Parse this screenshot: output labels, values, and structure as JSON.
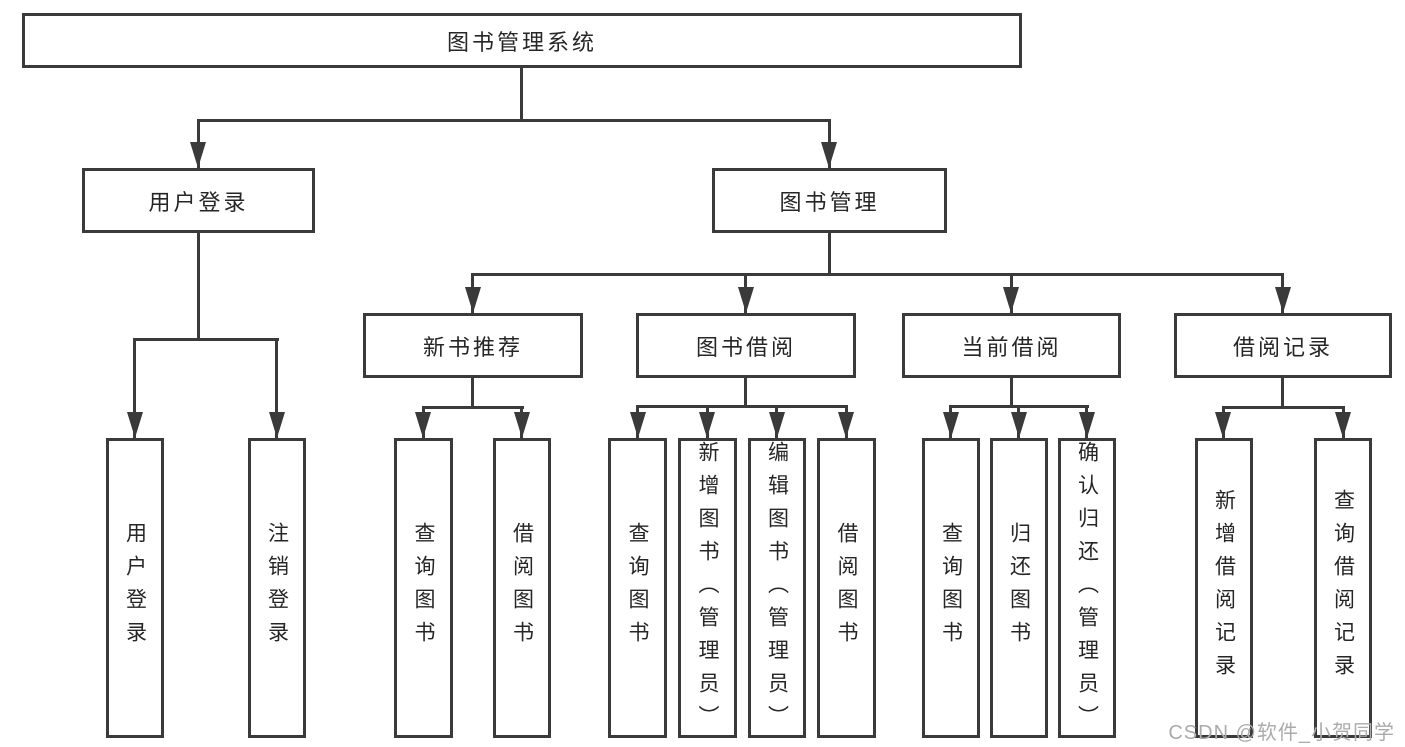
{
  "diagram": {
    "root": "图书管理系统",
    "level2": [
      {
        "label": "用户登录",
        "children": [
          "用户登录",
          "注销登录"
        ]
      },
      {
        "label": "图书管理",
        "sections": [
          {
            "label": "新书推荐",
            "children": [
              "查询图书",
              "借阅图书"
            ]
          },
          {
            "label": "图书借阅",
            "children": [
              "查询图书",
              "新增图书（管理员）",
              "编辑图书（管理员）",
              "借阅图书"
            ]
          },
          {
            "label": "当前借阅",
            "children": [
              "查询图书",
              "归还图书",
              "确认归还（管理员）"
            ]
          },
          {
            "label": "借阅记录",
            "children": [
              "新增借阅记录",
              "查询借阅记录"
            ]
          }
        ]
      }
    ]
  },
  "watermark": "CSDN @软件_小贺同学",
  "colors": {
    "line": "#3a3a3a",
    "text": "#262626",
    "watermark": "#ababab",
    "background": "#ffffff"
  }
}
